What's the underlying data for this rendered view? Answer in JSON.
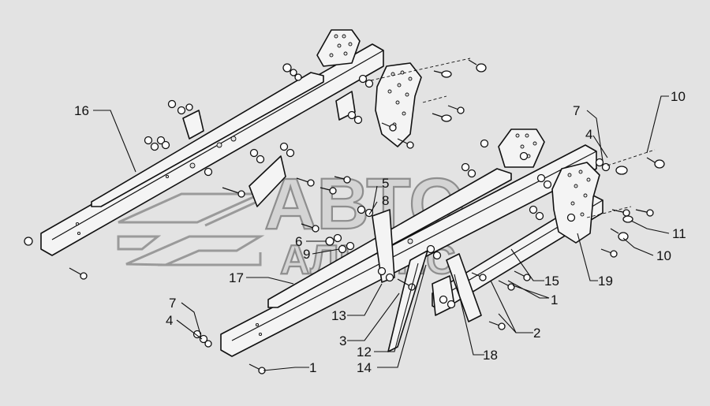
{
  "watermark": {
    "line1": "АВТО",
    "line2": "АЛЬЯНС"
  },
  "callouts": {
    "c1a": "1",
    "c1b": "1",
    "c2": "2",
    "c3": "3",
    "c4a": "4",
    "c4b": "4",
    "c5": "5",
    "c6": "6",
    "c7a": "7",
    "c7b": "7",
    "c8": "8",
    "c9": "9",
    "c10a": "10",
    "c10b": "10",
    "c11": "11",
    "c12": "12",
    "c13": "13",
    "c14": "14",
    "c15": "15",
    "c16": "16",
    "c17": "17",
    "c18": "18",
    "c19": "19"
  }
}
